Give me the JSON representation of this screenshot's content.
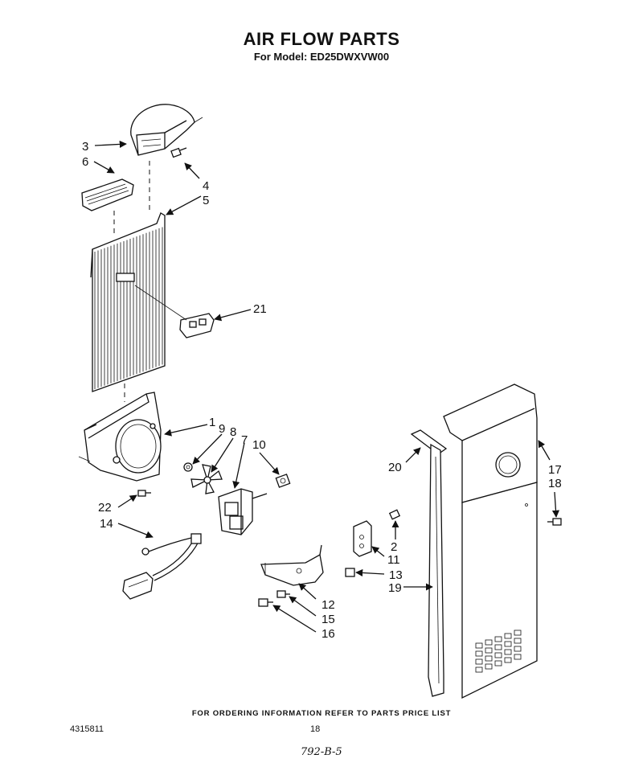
{
  "header": {
    "title": "AIR FLOW PARTS",
    "subtitle": "For Model: ED25DWXVW00"
  },
  "callouts": [
    {
      "id": "c1",
      "label": "1"
    },
    {
      "id": "c2",
      "label": "2"
    },
    {
      "id": "c3",
      "label": "3"
    },
    {
      "id": "c4",
      "label": "4"
    },
    {
      "id": "c5",
      "label": "5"
    },
    {
      "id": "c6",
      "label": "6"
    },
    {
      "id": "c7",
      "label": "7"
    },
    {
      "id": "c8",
      "label": "8"
    },
    {
      "id": "c9",
      "label": "9"
    },
    {
      "id": "c10",
      "label": "10"
    },
    {
      "id": "c11",
      "label": "11"
    },
    {
      "id": "c12",
      "label": "12"
    },
    {
      "id": "c13",
      "label": "13"
    },
    {
      "id": "c14",
      "label": "14"
    },
    {
      "id": "c15",
      "label": "15"
    },
    {
      "id": "c16",
      "label": "16"
    },
    {
      "id": "c17",
      "label": "17"
    },
    {
      "id": "c18",
      "label": "18"
    },
    {
      "id": "c19",
      "label": "19"
    },
    {
      "id": "c20",
      "label": "20"
    },
    {
      "id": "c21",
      "label": "21"
    },
    {
      "id": "c22",
      "label": "22"
    }
  ],
  "footer": {
    "note": "FOR ORDERING INFORMATION REFER TO PARTS PRICE LIST",
    "doc_number": "4315811",
    "page_number": "18",
    "handwritten": "792-B-5"
  }
}
